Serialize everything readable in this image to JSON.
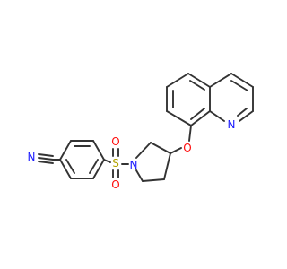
{
  "colors": {
    "bond": "#333333",
    "carbon": "#333333",
    "nitrogen": "#1a1aff",
    "oxygen": "#ff0d0d",
    "sulfur": "#b3a300"
  },
  "atoms": {
    "nitrile_n": "N",
    "sulfonyl_o_top": "O",
    "sulfonyl_s": "S",
    "sulfonyl_o_bottom": "O",
    "pyrrolidine_n": "N",
    "ether_o": "O",
    "quinoline_n": "N"
  }
}
